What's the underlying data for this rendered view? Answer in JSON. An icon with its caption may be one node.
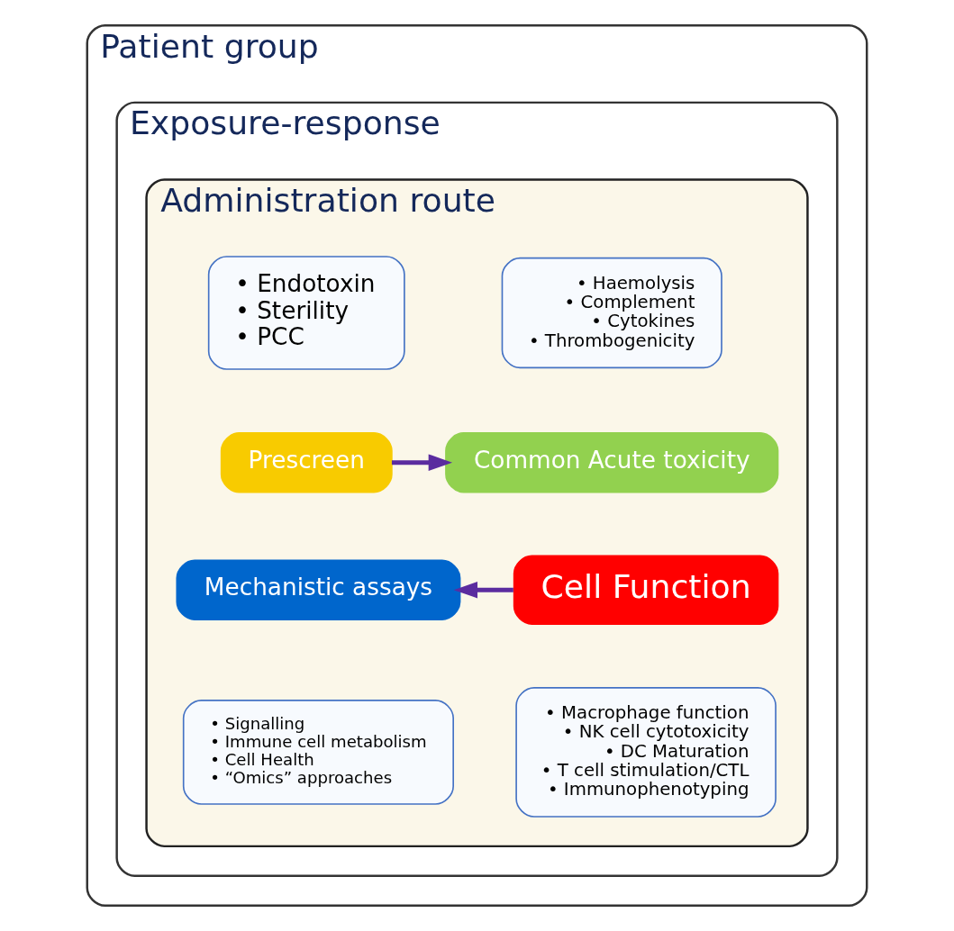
{
  "diagram": {
    "nodes": [
      {
        "text": [
          "Patient group"
        ]
      },
      {
        "text": [
          "Exposure-response"
        ],
        "in": 0
      },
      {
        "text": [
          "Administration route"
        ],
        "in": 1
      },
      {
        "text": [
          "• Endotoxin",
          "• Sterility",
          "• PCC"
        ],
        "in": 2
      },
      {
        "text": [
          "• Haemolysis",
          "• Complement",
          "• Cytokines",
          "• Thrombogenicity"
        ],
        "in": 2
      },
      {
        "text": [
          "Prescreen"
        ],
        "in": 2
      },
      {
        "text": [
          "Common Acute toxicity"
        ],
        "in": 2
      },
      {
        "text": [
          "Mechanistic assays"
        ],
        "in": 2
      },
      {
        "text": [
          "Cell Function"
        ],
        "in": 2
      },
      {
        "text": [
          "• Signalling",
          "• Immune cell metabolism",
          "• Cell Health",
          "• “Omics” approaches"
        ],
        "in": 2
      },
      {
        "text": [
          "• Macrophage function",
          "• NK cell cytotoxicity",
          "• DC Maturation",
          "• T cell stimulation/CTL",
          "• Immunophenotyping"
        ],
        "in": 2
      }
    ],
    "edges": [
      {
        "from": 5,
        "to": 6,
        "arrow": "to"
      },
      {
        "from": 8,
        "to": 7,
        "arrow": "to"
      }
    ]
  }
}
